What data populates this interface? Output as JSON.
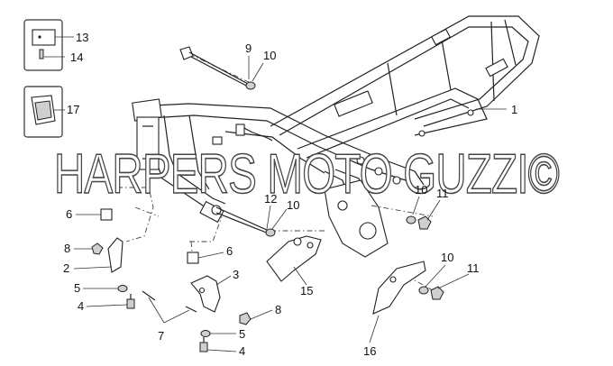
{
  "watermark": "HARPERS MOTO GUZZI©",
  "callouts": [
    "1",
    "2",
    "3",
    "4",
    "4",
    "5",
    "5",
    "6",
    "6",
    "7",
    "8",
    "8",
    "9",
    "10",
    "10",
    "10",
    "10",
    "11",
    "11",
    "12",
    "13",
    "14",
    "15",
    "16",
    "17"
  ]
}
